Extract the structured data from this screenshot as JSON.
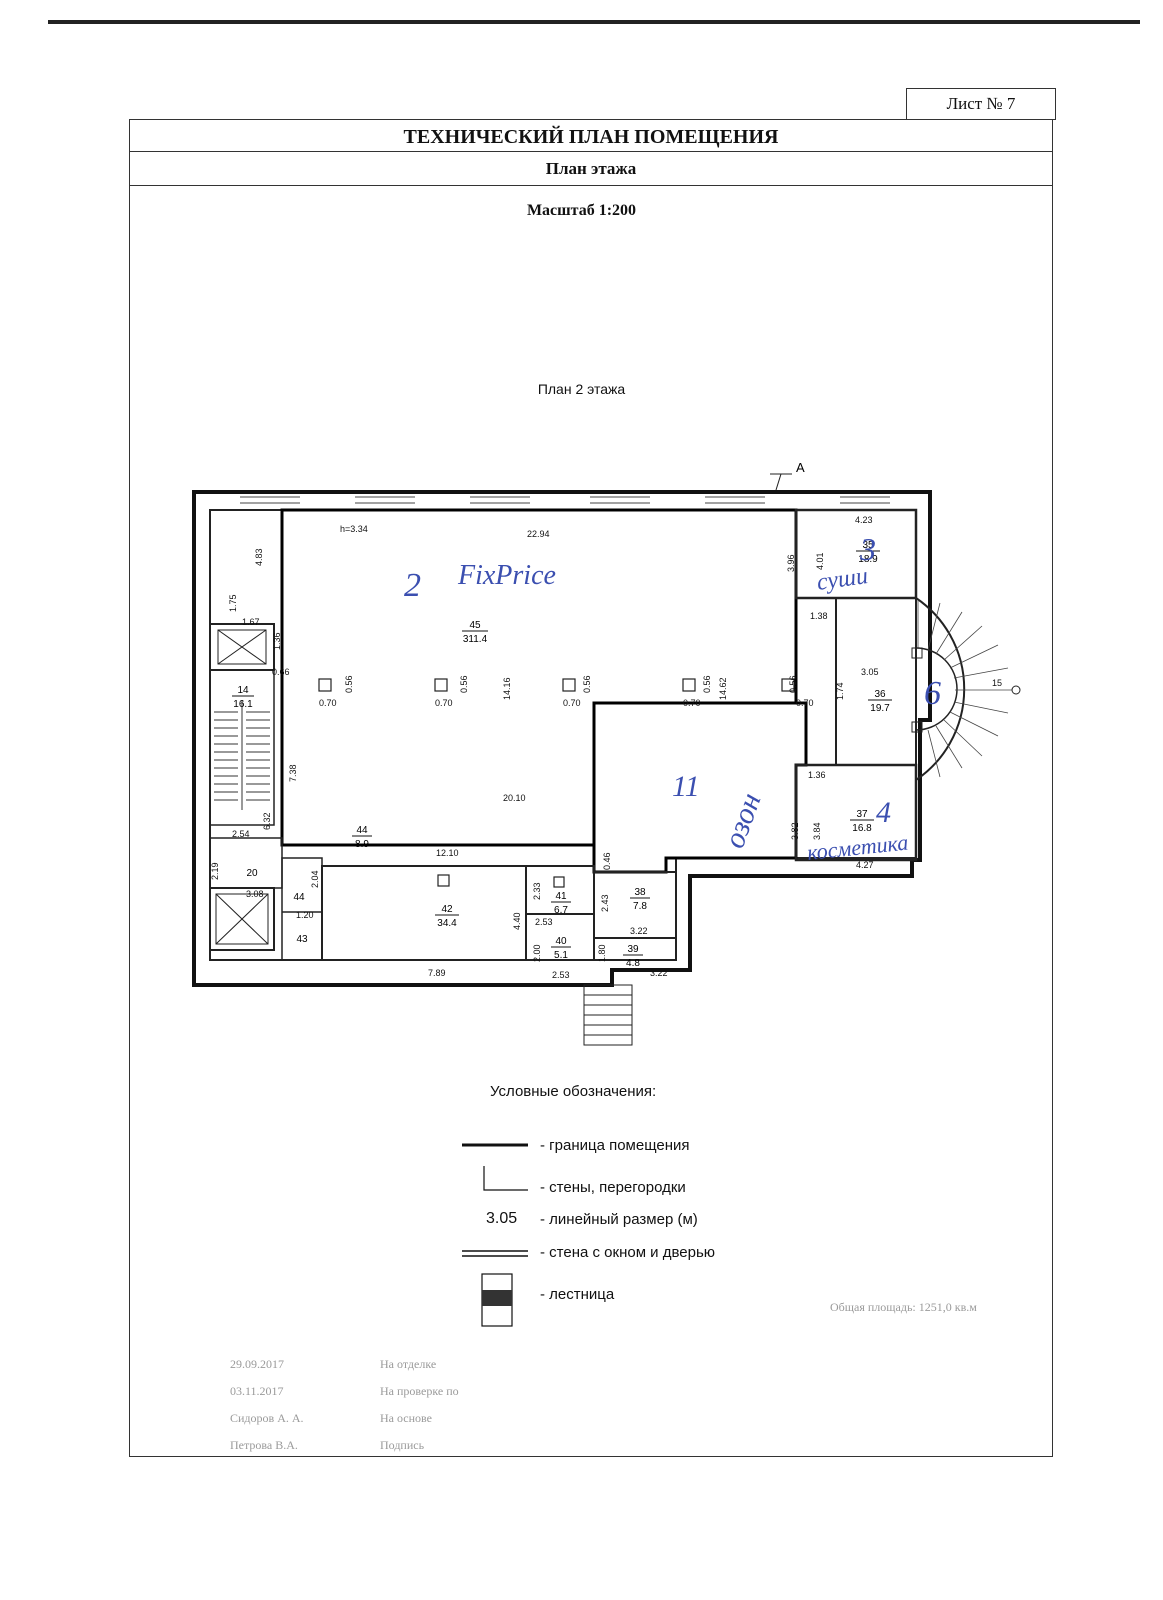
{
  "sheet": {
    "number": "Лист № 7"
  },
  "header": {
    "title": "ТЕХНИЧЕСКИЙ ПЛАН ПОМЕЩЕНИЯ",
    "subtitle": "План этажа",
    "scale": "Масштаб 1:200"
  },
  "plan": {
    "title": "План 2 этажа",
    "section_mark": "А",
    "dimensions": {
      "height": "h=3.34",
      "top_width": "22.94",
      "left_top": "4.83",
      "d167": "1.67",
      "d175": "1.75",
      "d136": "1.36",
      "d066": "0.66",
      "d1416": "14.16",
      "d1462": "14.62",
      "d738": "7.38",
      "d632": "6.32",
      "d2010": "20.10",
      "d1210": "12.10",
      "d254": "2.54",
      "d219": "2.19",
      "d308": "3.08",
      "d305": "3.05",
      "d138": "1.38",
      "d396": "3.96",
      "d401": "4.01",
      "d423": "4.23",
      "d174": "1.74",
      "d136b": "1.36",
      "d382": "3.82",
      "d384": "3.84",
      "d427": "4.27",
      "d046": "0.46",
      "d243": "2.43",
      "d233": "2.33",
      "d253a": "2.53",
      "d253b": "2.53",
      "d200": "2.00",
      "d180": "1.80",
      "d322a": "3.22",
      "d322b": "3.22",
      "d440": "4.40",
      "d789": "7.89",
      "d204": "2.04",
      "d120": "1.20",
      "d15": "15",
      "col_w": "0.70",
      "col_h": "0.56"
    },
    "rooms": [
      {
        "num": "45",
        "area": "311.4"
      },
      {
        "num": "14",
        "area": "16.1"
      },
      {
        "num": "44",
        "area": "8.9"
      },
      {
        "num": "20",
        "area": ""
      },
      {
        "num": "44",
        "area": ""
      },
      {
        "num": "43",
        "area": ""
      },
      {
        "num": "42",
        "area": "34.4"
      },
      {
        "num": "41",
        "area": "6.7"
      },
      {
        "num": "40",
        "area": "5.1"
      },
      {
        "num": "38",
        "area": "7.8"
      },
      {
        "num": "39",
        "area": "4.8"
      },
      {
        "num": "36",
        "area": "19.7"
      },
      {
        "num": "37",
        "area": "16.8"
      },
      {
        "num": "35",
        "area": "18.9"
      }
    ],
    "handwritten": {
      "fixprice_num": "2",
      "fixprice": "FixPrice",
      "ozon_num": "11",
      "ozon": "озон",
      "sushi_num": "3",
      "sushi": "суши",
      "cosmetics_num": "4",
      "cosmetics": "косметика",
      "stair_num": "6"
    }
  },
  "legend": {
    "title": "Условные обозначения:",
    "items": [
      "- граница помещения",
      "- стены, перегородки",
      "- линейный размер (м)",
      "- стена с окном и дверью",
      "- лестница"
    ],
    "dim_sample": "3.05"
  },
  "signatures": {
    "l1": "На отделке",
    "l2": "На проверке по",
    "l3": "На основе",
    "l4": "Подпись",
    "v1": "29.09.2017",
    "v2": "03.11.2017",
    "v3": "Сидоров А. А.",
    "v4": "Петрова В.А.",
    "area": "Общая площадь: 1251,0 кв.м"
  }
}
